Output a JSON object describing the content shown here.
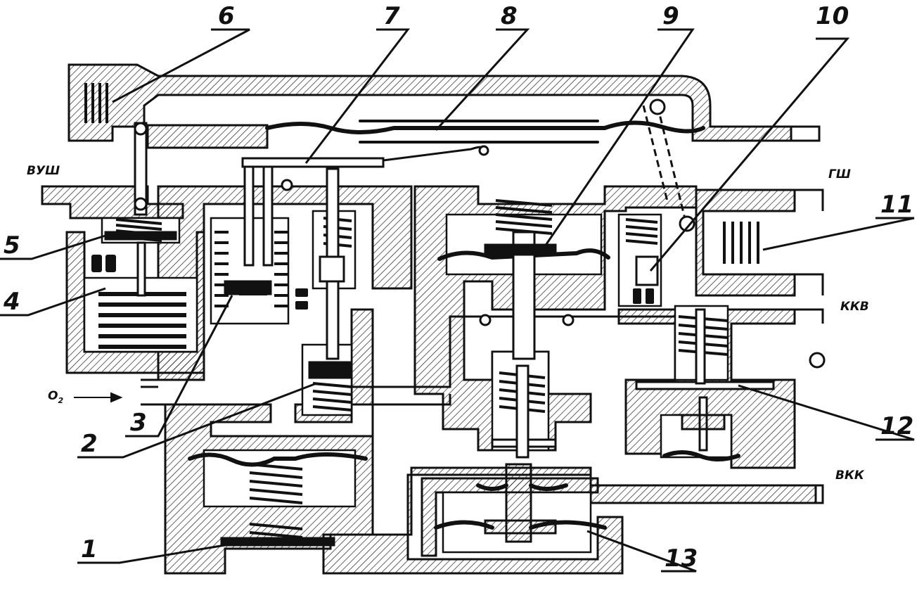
{
  "callouts": [
    "1",
    "2",
    "3",
    "4",
    "5",
    "6",
    "7",
    "8",
    "9",
    "10",
    "11",
    "12",
    "13"
  ],
  "ports": {
    "vush": "ВУШ",
    "gsh": "ГШ",
    "kkv": "ККВ",
    "vkk": "ВКК",
    "o2_main": "O",
    "o2_sub": "2"
  },
  "colors": {
    "ink": "#111111",
    "paper": "#ffffff"
  }
}
